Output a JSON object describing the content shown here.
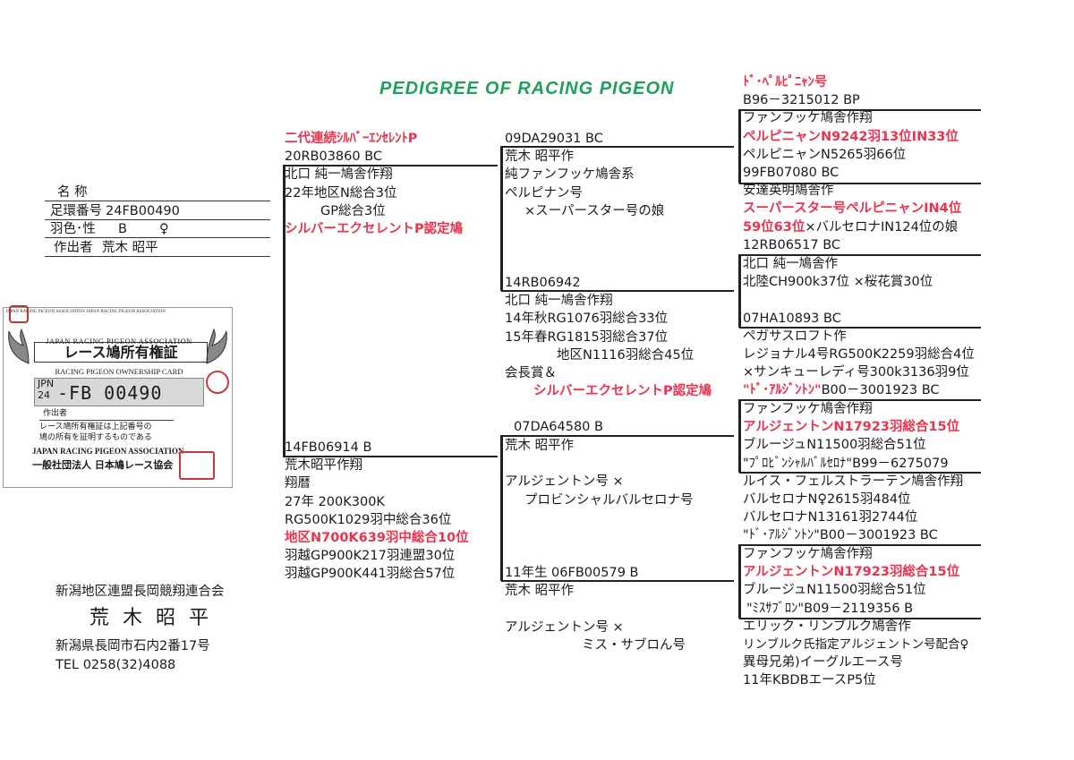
{
  "title": "PEDIGREE OF RACING PIGEON",
  "info": {
    "name_label": "名 称",
    "ring_label": "足環番号",
    "ring_value": "24FB00490",
    "color_label": "羽色･性",
    "color_value": "B",
    "sex_value": "♀",
    "breeder_label": "作出者",
    "breeder_value": "荒木 昭平"
  },
  "card": {
    "edge_text": "JAPAN RACING PIGEON ASSOCIATION JAPAN RACING PIGEON ASSOCIATION",
    "assoc": "JAPAN RACING PIGEON ASSOCIATION",
    "title": "レース鳩所有権証",
    "subtitle": "RACING PIGEON OWNERSHIP CARD",
    "jpn": "JPN",
    "year": "24",
    "number": "-FB 00490",
    "breeder_label": "作出者",
    "note1": "レース鳩所有権証は上記番号の",
    "note2": "鳩の所有を証明するものである",
    "assoc_foot": "JAPAN RACING PIGEON ASSOCIATION",
    "org": "一般社団法人 日本鳩レース協会"
  },
  "owner": {
    "club": "新潟地区連盟長岡競翔連合会",
    "name": "荒 木 昭 平",
    "address": "新潟県長岡市石内2番17号",
    "tel": "TEL 0258(32)4088"
  },
  "sire": {
    "title": "二代連続ｼﾙﾊﾞｰｴﾝｾﾚﾝﾄP",
    "ring": "20RB03860 BC",
    "lines": [
      "北口 純一鳩舎作翔",
      "22年地区N総合3位",
      "GP総合3位"
    ],
    "award": "シルバーエクセレントP認定鳩"
  },
  "dam": {
    "ring": "14FB06914 B",
    "lines": [
      "荒木昭平作翔",
      "翔暦",
      "27年 200K300K",
      "RG500K1029羽中総合36位"
    ],
    "red": "地区N700K639羽中総合10位",
    "lines2": [
      "羽越GP900K217羽連盟30位",
      "羽越GP900K441羽総合57位"
    ]
  },
  "ss": {
    "ring": "09DA29031 BC",
    "lines": [
      "荒木 昭平作",
      "純ファンフッケ鳩舎系",
      "ペルピナン号",
      "×スーパースター号の娘"
    ]
  },
  "sd": {
    "ring": "14RB06942",
    "lines": [
      "北口 純一鳩舎作翔",
      "14年秋RG1076羽総合33位",
      "15年春RG1815羽総合37位",
      "地区N1116羽総合45位",
      "会長賞＆"
    ],
    "award": "シルバーエクセレントP認定鳩"
  },
  "ds": {
    "ring": "07DA64580 B",
    "lines": [
      "荒木 昭平作",
      "",
      "アルジェントン号 ×",
      "プロビンシャルバルセロナ号"
    ]
  },
  "dd": {
    "ring": "11年生 06FB00579 B",
    "lines": [
      "荒木 昭平作",
      "",
      "アルジェントン号 ×",
      "ミス・サブロん号"
    ]
  },
  "g1": {
    "name": "ﾄﾞ･ﾍﾟﾙﾋﾟﾆｬﾝ号",
    "ring": "B96－3215012 BP",
    "l1": "ファンフッケ鳩舎作翔",
    "r1": "ペルピニャンN9242羽13位IN33位",
    "l2": "ペルピニャンN5265羽66位",
    "l3": "99FB07080 BC",
    "l4": "安達英明鳩舎作",
    "r2": "スーパースター号ペルピニャンIN4位",
    "r3a": "59位63位",
    "r3b": "×バルセロナIN124位の娘",
    "l5": "12RB06517 BC"
  },
  "g2": {
    "l1": "北口 純一鳩舎作",
    "l2": "北陸CH900k37位 ×桜花賞30位",
    "l3": "07HA10893 BC",
    "l4": "ペガサスロフト作",
    "l5": "レジョナル4号RG500K2259羽総合4位",
    "l6": "×サンキューレディ号300k3136羽9位",
    "r1a": "\"ﾄﾞ･ｱﾙｼﾞﾝﾄﾝ\"",
    "r1b": "B00－3001923 BC"
  },
  "g3": {
    "l1": "ファンフッケ鳩舎作翔",
    "r1": "アルジェントンN17923羽総合15位",
    "l2": "ブルージュN11500羽総合51位",
    "l3": "\"ﾌﾟﾛﾋﾞﾝｼｬﾙﾊﾞﾙｾﾛﾅ\"B99－6275079",
    "l4": "ルイス・フェルストラーテン鳩舎作翔",
    "l5": "バルセロナN♀2615羽484位",
    "l6": "バルセロナN13161羽2744位",
    "l7": "\"ﾄﾞ･ｱﾙｼﾞﾝﾄﾝ\"B00－3001923 BC"
  },
  "g4": {
    "l1": "ファンフッケ鳩舎作翔",
    "r1": "アルジェントンN17923羽総合15位",
    "l2": "ブルージュN11500羽総合51位",
    "l3": "\"ﾐｽｻﾌﾞﾛﾝ\"B09－2119356 B",
    "l4": "エリック・リンブルク鳩舎作",
    "l5": "リンブルク氏指定アルジェントン号配合♀",
    "l6": "異母兄弟)イーグルエース号",
    "l7": "11年KBDBエースP5位"
  }
}
